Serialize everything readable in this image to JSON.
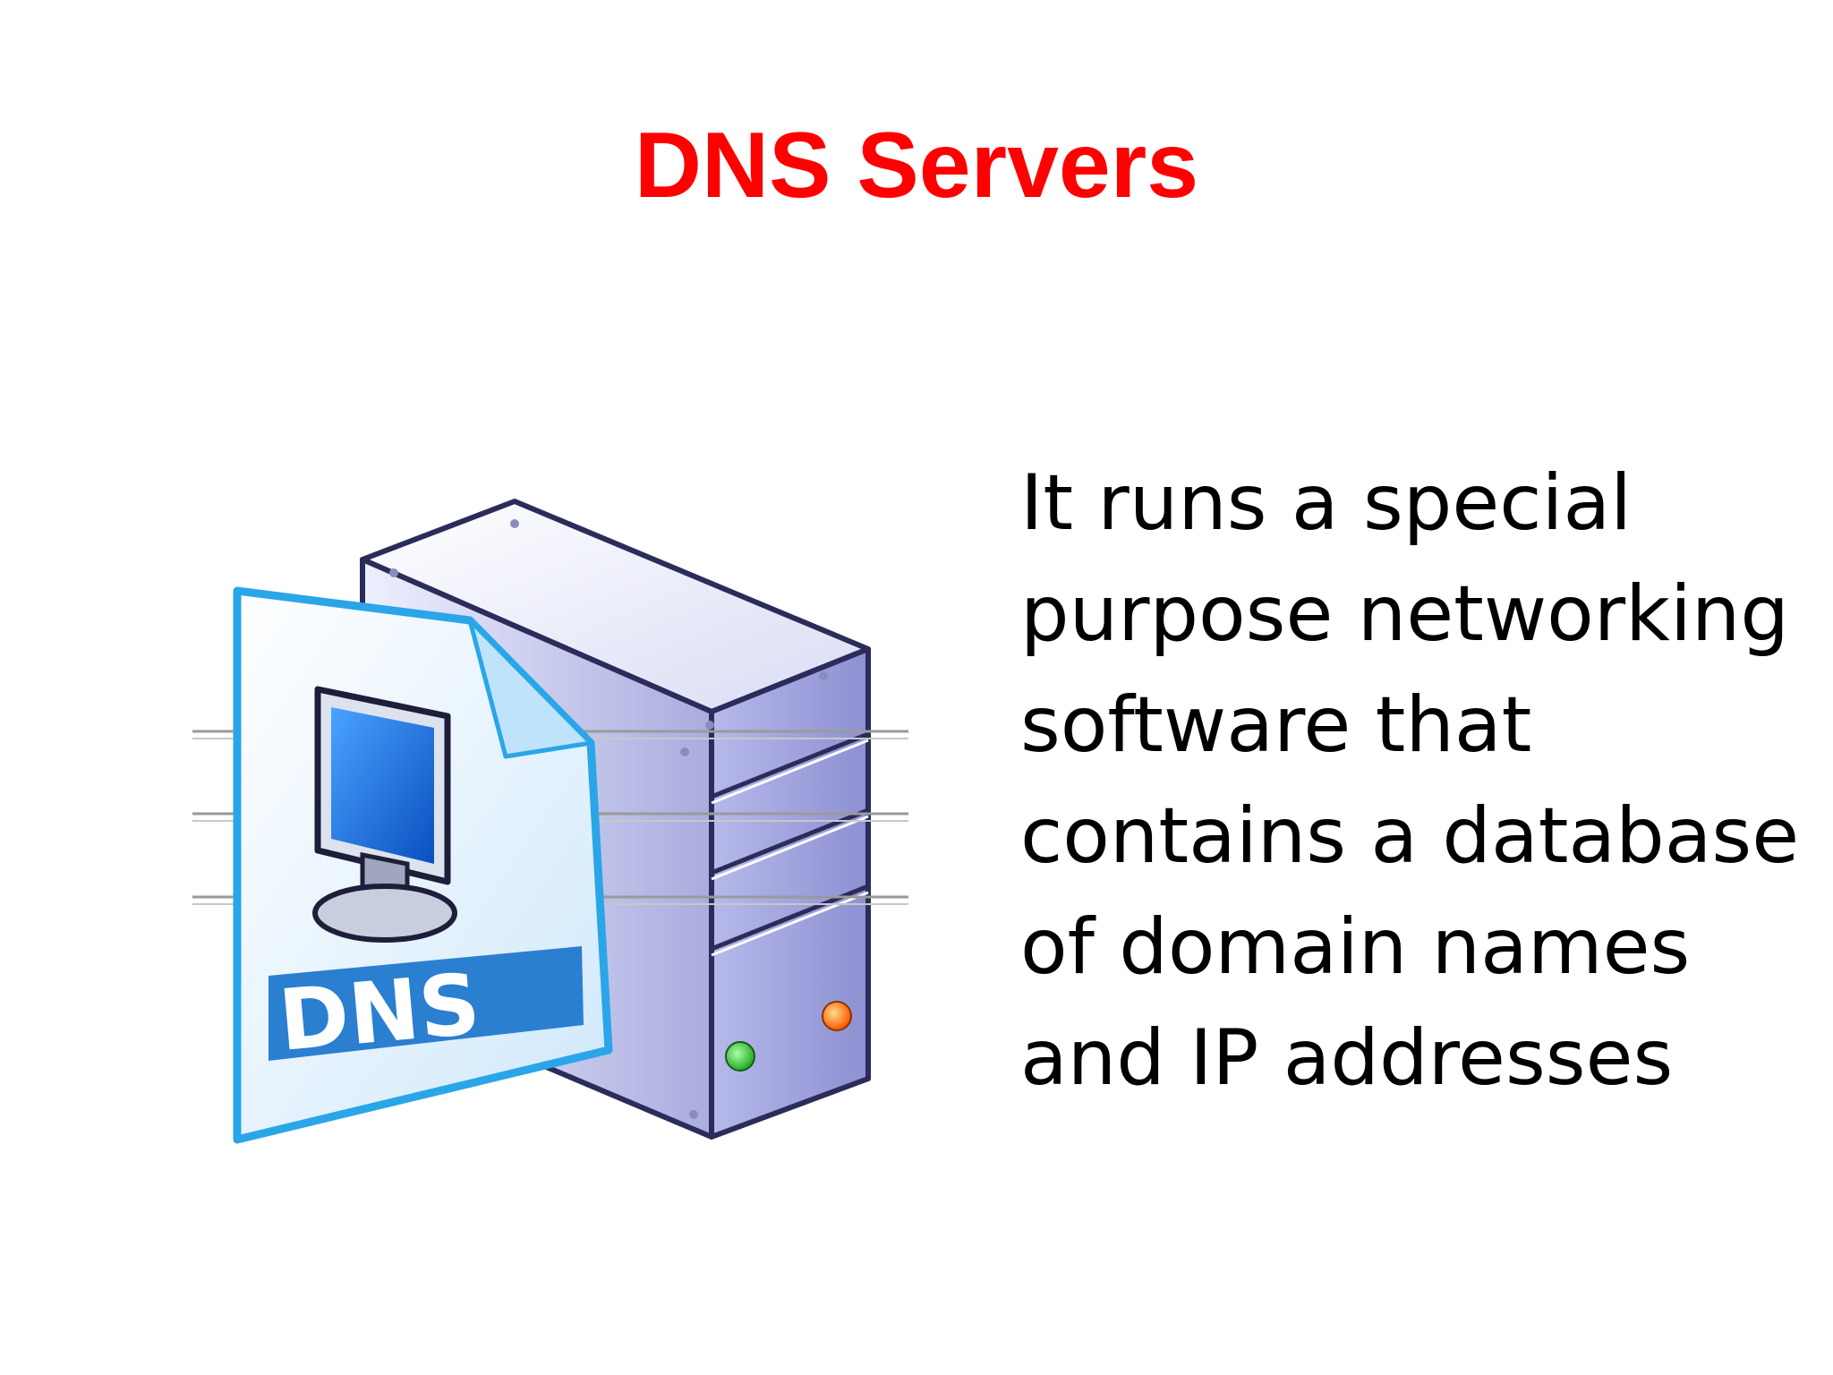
{
  "slide": {
    "title": "DNS Servers",
    "title_color": "#ff0000",
    "body_lines": [
      "It runs a special",
      "purpose networking",
      "software that",
      "contains a database",
      "of domain names",
      "and IP addresses"
    ]
  },
  "illustration": {
    "icon": "dns-server-icon",
    "label": "DNS",
    "colors": {
      "document_border": "#2aa6e8",
      "label_band": "#2b7fd0",
      "tower_outline": "#2c2c5a",
      "led_left": "#22aa22",
      "led_right": "#ff5500"
    }
  }
}
